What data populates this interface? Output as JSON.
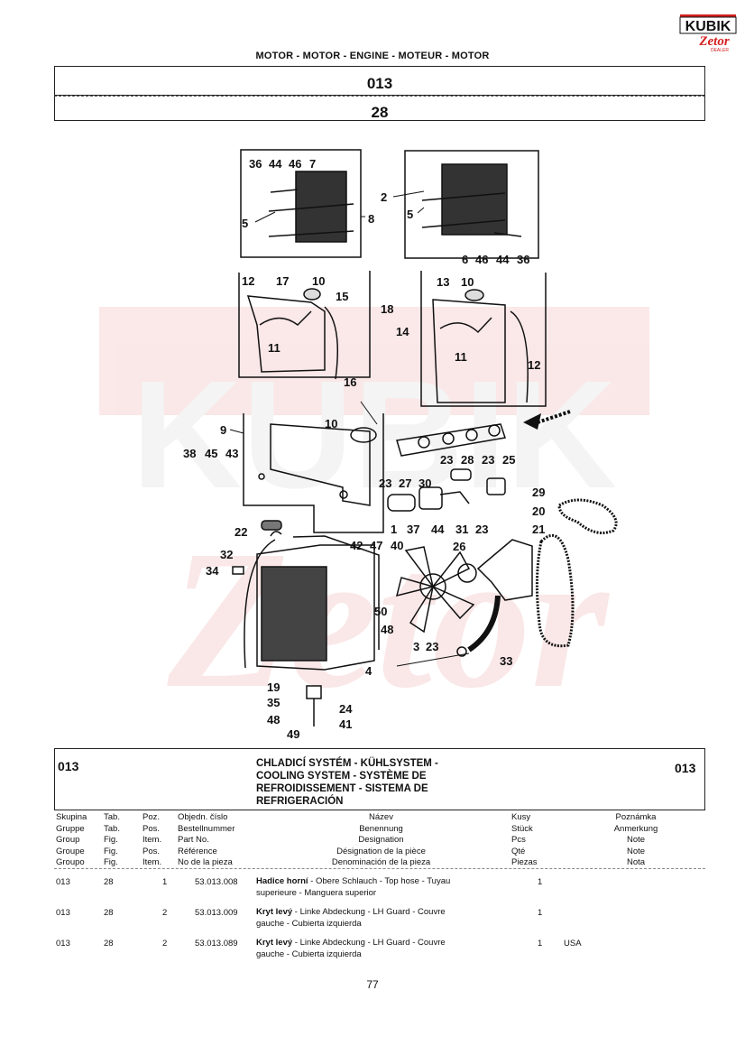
{
  "brand": {
    "line1": "KUBIK",
    "line2": "Zetor",
    "line3": "DEALER",
    "red": "#d41e1e"
  },
  "header": {
    "title": "MOTOR - MOTOR - ENGINE - MOTEUR - MOTOR",
    "group": "013",
    "table": "28"
  },
  "diagram": {
    "callouts": [
      "36",
      "44",
      "46",
      "7",
      "5",
      "8",
      "2",
      "5",
      "6",
      "46",
      "44",
      "36",
      "12",
      "17",
      "10",
      "15",
      "18",
      "11",
      "16",
      "13",
      "10",
      "14",
      "11",
      "12",
      "9",
      "10",
      "38",
      "45",
      "43",
      "23",
      "28",
      "23",
      "25",
      "23",
      "27",
      "30",
      "29",
      "20",
      "1",
      "37",
      "44",
      "31",
      "23",
      "21",
      "22",
      "32",
      "42",
      "47",
      "40",
      "26",
      "34",
      "50",
      "48",
      "3",
      "23",
      "33",
      "19",
      "4",
      "35",
      "24",
      "48",
      "41",
      "49"
    ]
  },
  "section": {
    "group_left": "013",
    "group_right": "013",
    "title_lines": [
      "CHLADICÍ SYSTÉM - KÜHLSYSTEM -",
      "COOLING SYSTEM - SYSTÈME DE",
      "REFROIDISSEMENT - SISTEMA DE",
      "REFRIGERACIÓN"
    ]
  },
  "columns": {
    "skupina": [
      "Skupina",
      "Gruppe",
      "Group",
      "Groupe",
      "Groupo"
    ],
    "tab": [
      "Tab.",
      "Tab.",
      "Fig.",
      "Fig.",
      "Fig."
    ],
    "poz": [
      "Poz.",
      "Pos.",
      "Item.",
      "Pos.",
      "Item."
    ],
    "objedn": [
      "Objedn. číslo",
      "Bestellnummer",
      "Part No.",
      "Référence",
      "No de la pieza"
    ],
    "nazev": [
      "Název",
      "Benennung",
      "Designation",
      "Désignation de la pièce",
      "Denominación de la pieza"
    ],
    "kusy": [
      "Kusy",
      "Stück",
      "Pcs",
      "Qté",
      "Piezas"
    ],
    "poznamka": [
      "Poznámka",
      "Anmerkung",
      "Note",
      "Note",
      "Nota"
    ]
  },
  "rows": [
    {
      "group": "013",
      "tab": "28",
      "item": "1",
      "part": "53.013.008",
      "name_bold": "Hadice horní",
      "name_rest": " - Obere Schlauch - Top hose - Tuyau",
      "name_line2": "superieure - Manguera superior",
      "qty": "1",
      "note": ""
    },
    {
      "group": "013",
      "tab": "28",
      "item": "2",
      "part": "53.013.009",
      "name_bold": "Kryt levý",
      "name_rest": " - Linke Abdeckung - LH Guard - Couvre",
      "name_line2": "gauche - Cubierta izquierda",
      "qty": "1",
      "note": ""
    },
    {
      "group": "013",
      "tab": "28",
      "item": "2",
      "part": "53.013.089",
      "name_bold": "Kryt levý",
      "name_rest": " - Linke Abdeckung - LH Guard - Couvre",
      "name_line2": "gauche - Cubierta izquierda",
      "qty": "1",
      "note": "USA"
    }
  ],
  "page_number": "77"
}
